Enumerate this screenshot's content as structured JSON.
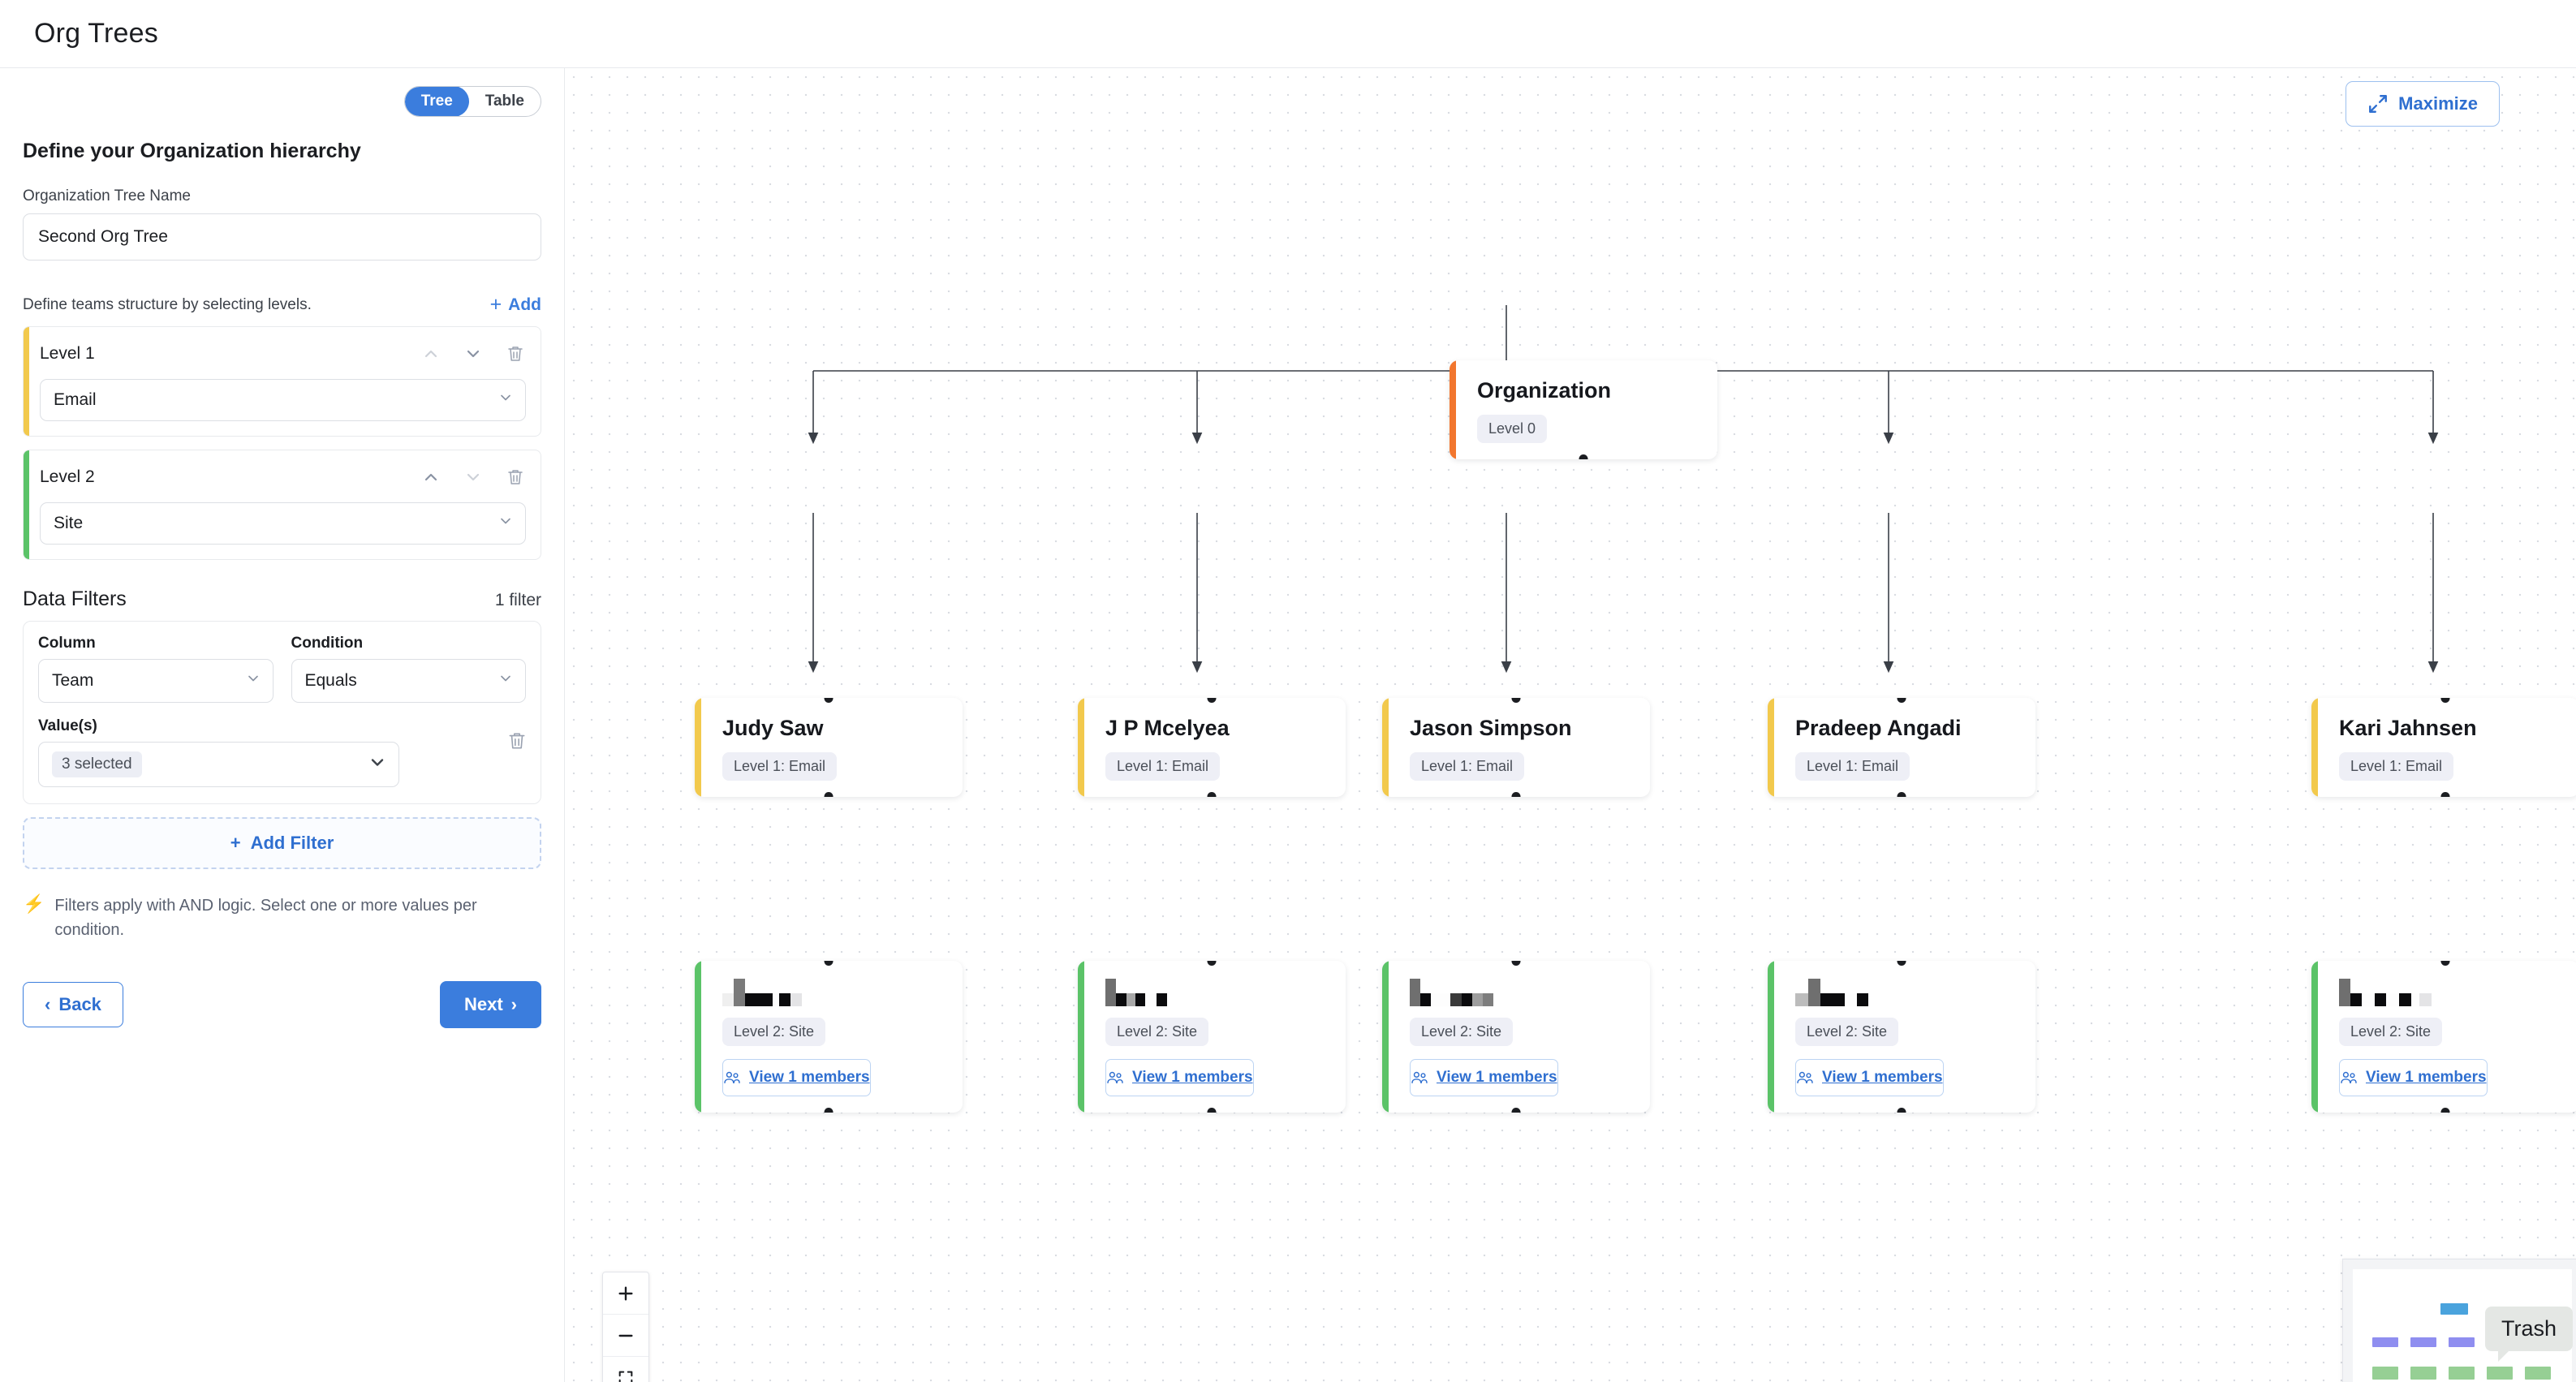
{
  "app": {
    "title": "Org Trees"
  },
  "sidebar": {
    "view_toggle": {
      "options": [
        "Tree",
        "Table"
      ],
      "selected": "Tree"
    },
    "heading": "Define your Organization hierarchy",
    "tree_name_label": "Organization Tree Name",
    "tree_name_value": "Second Org Tree",
    "levels_hint": "Define teams structure by selecting levels.",
    "add_label": "Add",
    "levels": [
      {
        "name": "Level 1",
        "value": "Email",
        "accent": "#f2c94c",
        "up_enabled": false,
        "down_enabled": true
      },
      {
        "name": "Level 2",
        "value": "Site",
        "accent": "#5bc368",
        "up_enabled": true,
        "down_enabled": false
      }
    ],
    "filters": {
      "title": "Data Filters",
      "count_label": "1 filter",
      "column_label": "Column",
      "column_value": "Team",
      "condition_label": "Condition",
      "condition_value": "Equals",
      "values_label": "Value(s)",
      "values_chip": "3 selected",
      "add_filter_label": "Add Filter"
    },
    "hint": "Filters apply with AND logic. Select one or more values per condition.",
    "back_label": "Back",
    "next_label": "Next"
  },
  "canvas": {
    "maximize_label": "Maximize",
    "trash_tooltip": "Trash",
    "members_label": "View 1 members",
    "root": {
      "title": "Organization",
      "badge": "Level 0",
      "accent": "#f2762e"
    },
    "level1": [
      {
        "title": "Judy Saw",
        "badge": "Level 1: Email",
        "accent": "#f2c94c"
      },
      {
        "title": "J P Mcelyea",
        "badge": "Level 1: Email",
        "accent": "#f2c94c"
      },
      {
        "title": "Jason Simpson",
        "badge": "Level 1: Email",
        "accent": "#f2c94c"
      },
      {
        "title": "Pradeep Angadi",
        "badge": "Level 1: Email",
        "accent": "#f2c94c"
      },
      {
        "title": "Kari Jahnsen",
        "badge": "Level 1: Email",
        "accent": "#f2c94c"
      }
    ],
    "level2": [
      {
        "badge": "Level 2: Site",
        "accent": "#5bc368",
        "redacted": true
      },
      {
        "badge": "Level 2: Site",
        "accent": "#5bc368",
        "redacted": true
      },
      {
        "badge": "Level 2: Site",
        "accent": "#5bc368",
        "redacted": true
      },
      {
        "badge": "Level 2: Site",
        "accent": "#5bc368",
        "redacted": true
      },
      {
        "badge": "Level 2: Site",
        "accent": "#5bc368",
        "redacted": true
      }
    ],
    "zoom_controls": [
      "zoom-in",
      "zoom-out",
      "fit-view"
    ],
    "minimap": {
      "root_color": "#4aa3dd",
      "level1_color": "#8f8ef0",
      "level2_color": "#96cf94"
    }
  },
  "colors": {
    "accent_blue": "#3b7ddd",
    "level0": "#f2762e",
    "level1": "#f2c94c",
    "level2": "#5bc368"
  }
}
